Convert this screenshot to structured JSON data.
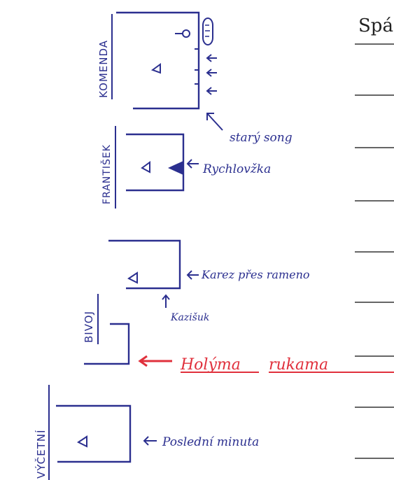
{
  "header": {
    "title": "Spá"
  },
  "labels": {
    "komenda": "KOMENDA",
    "frantisek": "FRANTIŠEK",
    "bivoj": "BIVOJ",
    "vycetni": "VÝČETNÍ"
  },
  "notes": {
    "stary_song": "starý song",
    "rychlovka": "Rychlovžka",
    "karez": "Karez přes rameno",
    "kazisuk": "Kazišuk",
    "holyma": "Holýma",
    "rukama": "rukama",
    "posledni": "Poslední minuta"
  },
  "colors": {
    "ink_blue": "#2b2f8f",
    "ink_red": "#e0303c",
    "ink_black": "#222222",
    "line_gray": "#333333"
  }
}
